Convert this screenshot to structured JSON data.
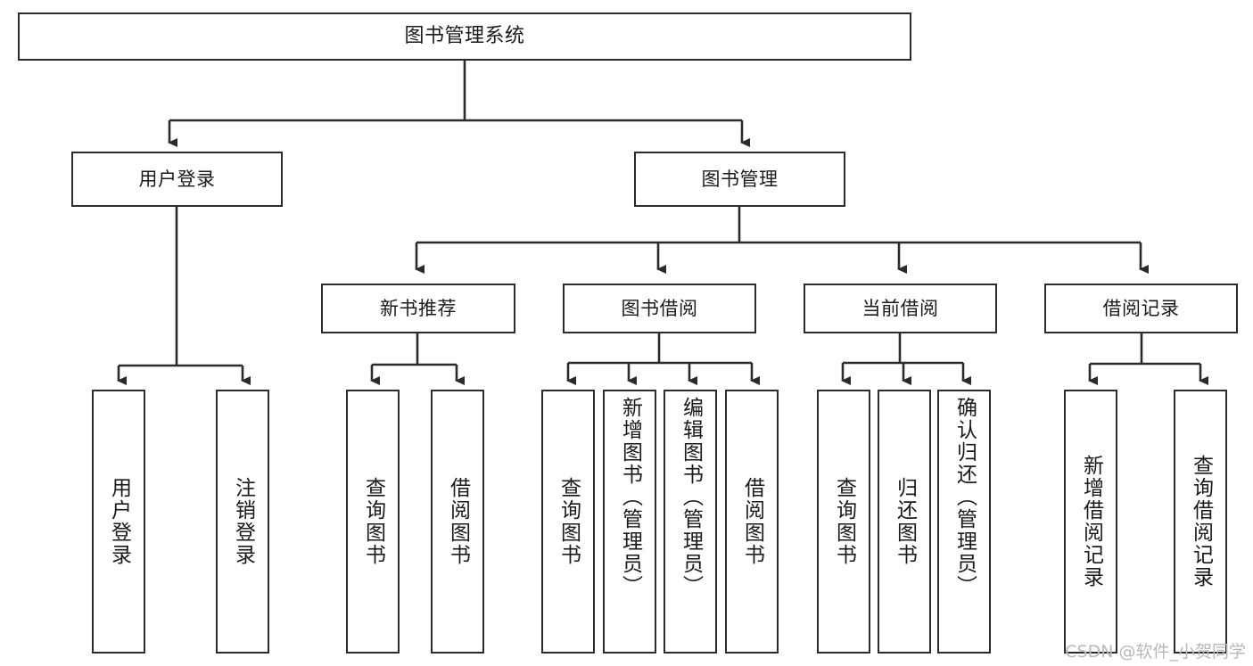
{
  "diagram": {
    "title": "图书管理系统",
    "type": "tree",
    "orientation": "top-down",
    "colors": {
      "box_border": "#2b2b2b",
      "box_fill": "#ffffff",
      "edge": "#2b2b2b",
      "text": "#1a1a1a",
      "watermark": "#b8b8b8",
      "background": "#ffffff"
    },
    "watermark": "CSDN @软件_小贺同学",
    "nodes": {
      "root": {
        "label": "图书管理系统",
        "level": 0
      },
      "level2": [
        {
          "id": "user-login",
          "label": "用户登录"
        },
        {
          "id": "book-management",
          "label": "图书管理"
        }
      ],
      "level3": [
        {
          "id": "new-book-recommend",
          "label": "新书推荐",
          "parent": "book-management"
        },
        {
          "id": "book-borrow",
          "label": "图书借阅",
          "parent": "book-management"
        },
        {
          "id": "current-borrow",
          "label": "当前借阅",
          "parent": "book-management"
        },
        {
          "id": "borrow-record",
          "label": "借阅记录",
          "parent": "book-management"
        }
      ],
      "leaves": [
        {
          "id": "leaf-user-login",
          "label": "用户登录",
          "parent": "user-login"
        },
        {
          "id": "leaf-logout-login",
          "label": "注销登录",
          "parent": "user-login"
        },
        {
          "id": "leaf-query-book-1",
          "label": "查询图书",
          "parent": "new-book-recommend"
        },
        {
          "id": "leaf-borrow-book-1",
          "label": "借阅图书",
          "parent": "new-book-recommend"
        },
        {
          "id": "leaf-query-book-2",
          "label": "查询图书",
          "parent": "book-borrow"
        },
        {
          "id": "leaf-add-book",
          "label": "新增图书（管理员）",
          "parent": "book-borrow"
        },
        {
          "id": "leaf-edit-book",
          "label": "编辑图书（管理员）",
          "parent": "book-borrow"
        },
        {
          "id": "leaf-borrow-book-2",
          "label": "借阅图书",
          "parent": "book-borrow"
        },
        {
          "id": "leaf-query-book-3",
          "label": "查询图书",
          "parent": "current-borrow"
        },
        {
          "id": "leaf-return-book",
          "label": "归还图书",
          "parent": "current-borrow"
        },
        {
          "id": "leaf-confirm-return",
          "label": "确认归还（管理员）",
          "parent": "current-borrow"
        },
        {
          "id": "leaf-add-record",
          "label": "新增借阅记录",
          "parent": "borrow-record"
        },
        {
          "id": "leaf-query-record",
          "label": "查询借阅记录",
          "parent": "borrow-record"
        }
      ]
    }
  }
}
